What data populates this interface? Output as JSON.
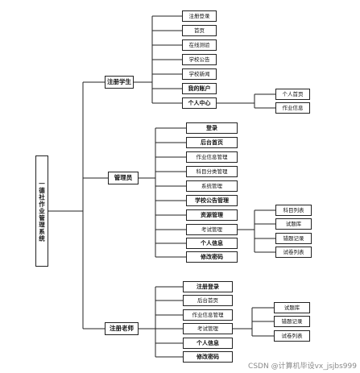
{
  "root": {
    "label": "一德社作业管理系统"
  },
  "student": {
    "label": "注册学生",
    "items": [
      "注册登录",
      "首页",
      "在线测验",
      "学校公告",
      "学校新闻",
      "我的账户",
      "个人中心"
    ],
    "sub_items": [
      "个人首页",
      "作业信息"
    ]
  },
  "admin": {
    "label": "管理员",
    "items": [
      "登录",
      "后台首页",
      "作业信息管理",
      "科目分类管理",
      "系统管理",
      "学校公告管理",
      "资源管理",
      "考试管理",
      "个人信息",
      "修改密码"
    ],
    "sub_items": [
      "科目列表",
      "试题库",
      "错题记录",
      "试卷列表"
    ]
  },
  "teacher": {
    "label": "注册老师",
    "items": [
      "注册登录",
      "后台首页",
      "作业信息管理",
      "考试管理",
      "个人信息",
      "修改密码"
    ],
    "sub_items": [
      "试题库",
      "错题记录",
      "试卷列表"
    ]
  },
  "watermark": "CSDN @计算机毕设vx_jsjbs999"
}
